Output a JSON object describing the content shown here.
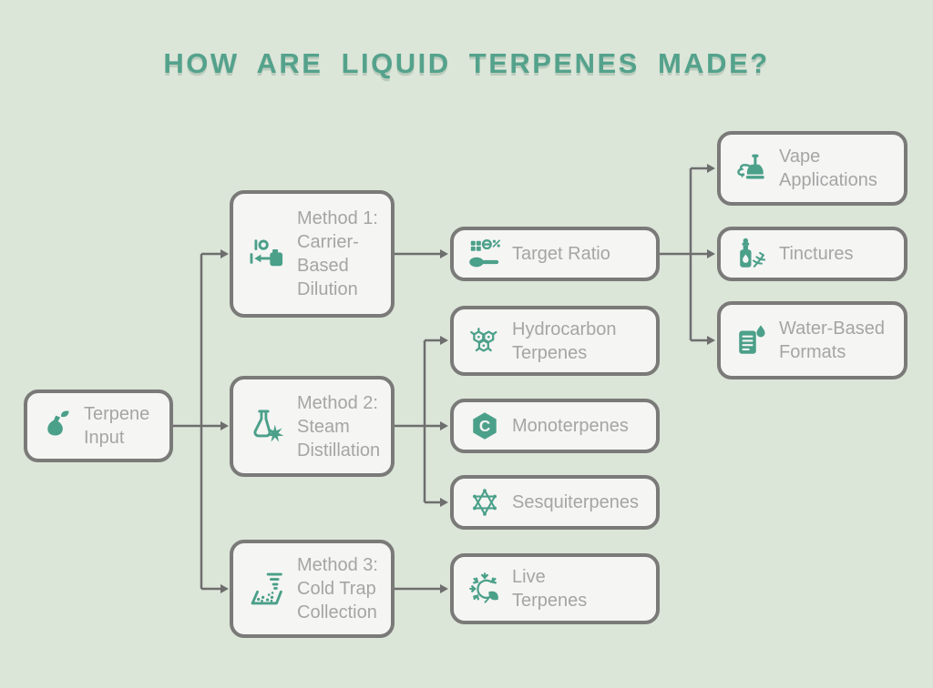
{
  "title": "HOW ARE LIQUID TERPENES MADE?",
  "colors": {
    "background": "#dbe5d8",
    "title_text": "#54a28c",
    "box_fill": "#f5f5f4",
    "box_border": "#7a7a78",
    "label_text": "#a5a5a5",
    "icon_accent": "#4ba089",
    "connector": "#6e6e6e"
  },
  "nodes": [
    {
      "id": "terpene-input",
      "label": "Terpene\nInput",
      "icon": "flask-leaf-icon"
    },
    {
      "id": "method-1",
      "label": "Method 1:\nCarrier-\nBased\nDilution",
      "icon": "dilution-transfer-icon"
    },
    {
      "id": "method-2",
      "label": "Method 2:\nSteam\nDistillation",
      "icon": "flask-cannabis-icon"
    },
    {
      "id": "method-3",
      "label": "Method 3:\nCold Trap\nCollection",
      "icon": "cold-trap-icon"
    },
    {
      "id": "target-ratio",
      "label": "Target Ratio",
      "icon": "ratio-spoon-icon"
    },
    {
      "id": "hydrocarbon-terpenes",
      "label": "Hydrocarbon\nTerpenes",
      "icon": "molecule-rings-icon"
    },
    {
      "id": "monoterpenes",
      "label": "Monoterpenes",
      "icon": "carbon-hexagon-icon"
    },
    {
      "id": "sesquiterpenes",
      "label": "Sesquiterpenes",
      "icon": "star-molecule-icon"
    },
    {
      "id": "live-terpenes",
      "label": "Live\nTerpenes",
      "icon": "snowflake-leaf-icon"
    },
    {
      "id": "vape-applications",
      "label": "Vape\nApplications",
      "icon": "vape-hookah-icon"
    },
    {
      "id": "tinctures",
      "label": "Tinctures",
      "icon": "tincture-bottle-icon"
    },
    {
      "id": "water-based-formats",
      "label": "Water-Based\nFormats",
      "icon": "label-waterdrop-icon"
    }
  ],
  "edges": [
    {
      "from": "terpene-input",
      "to": "method-1"
    },
    {
      "from": "terpene-input",
      "to": "method-2"
    },
    {
      "from": "terpene-input",
      "to": "method-3"
    },
    {
      "from": "method-1",
      "to": "target-ratio"
    },
    {
      "from": "target-ratio",
      "to": "vape-applications"
    },
    {
      "from": "target-ratio",
      "to": "tinctures"
    },
    {
      "from": "target-ratio",
      "to": "water-based-formats"
    },
    {
      "from": "method-2",
      "to": "hydrocarbon-terpenes"
    },
    {
      "from": "method-2",
      "to": "monoterpenes"
    },
    {
      "from": "method-2",
      "to": "sesquiterpenes"
    },
    {
      "from": "method-3",
      "to": "live-terpenes"
    }
  ]
}
